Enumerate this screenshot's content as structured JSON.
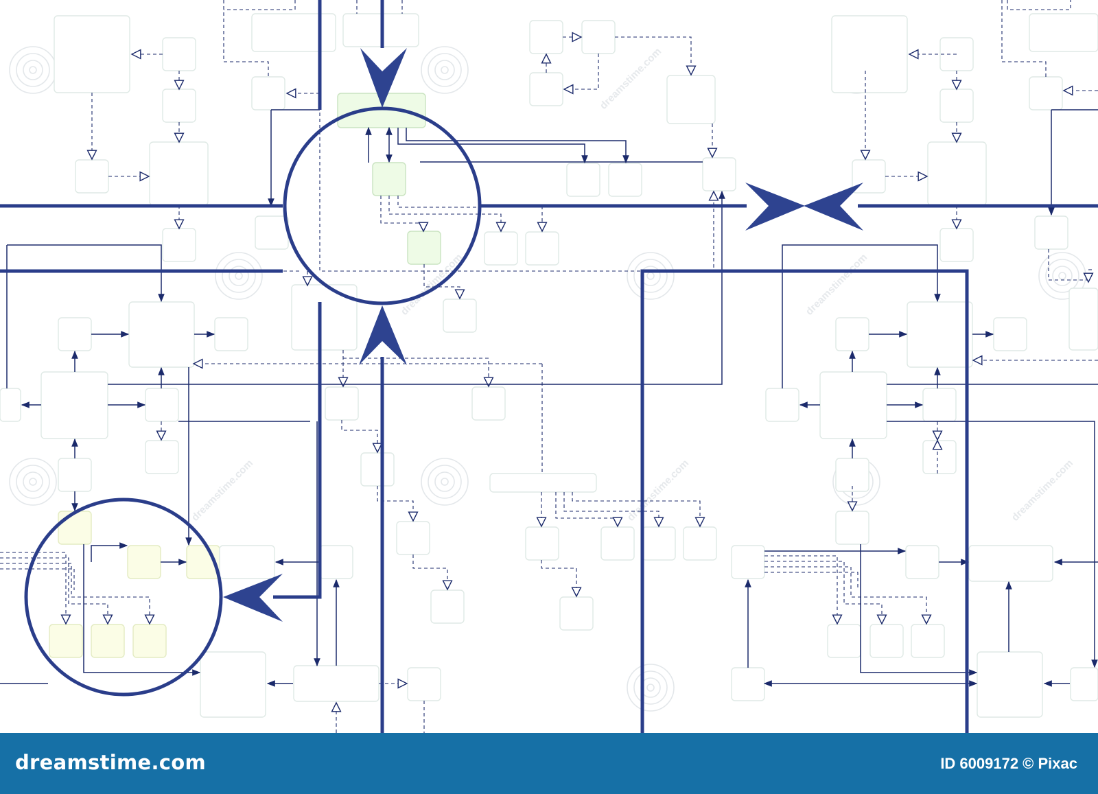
{
  "footer": {
    "brand": "dreamstime.com",
    "image_id": "ID 6009172 © Pixac"
  },
  "watermark": {
    "text": "dreamstime.com"
  },
  "colors": {
    "line": "#1b2a6b",
    "thick_line": "#2a3d8a",
    "footer_bar": "#1670a6",
    "highlight_fill": "#eefbe6"
  }
}
